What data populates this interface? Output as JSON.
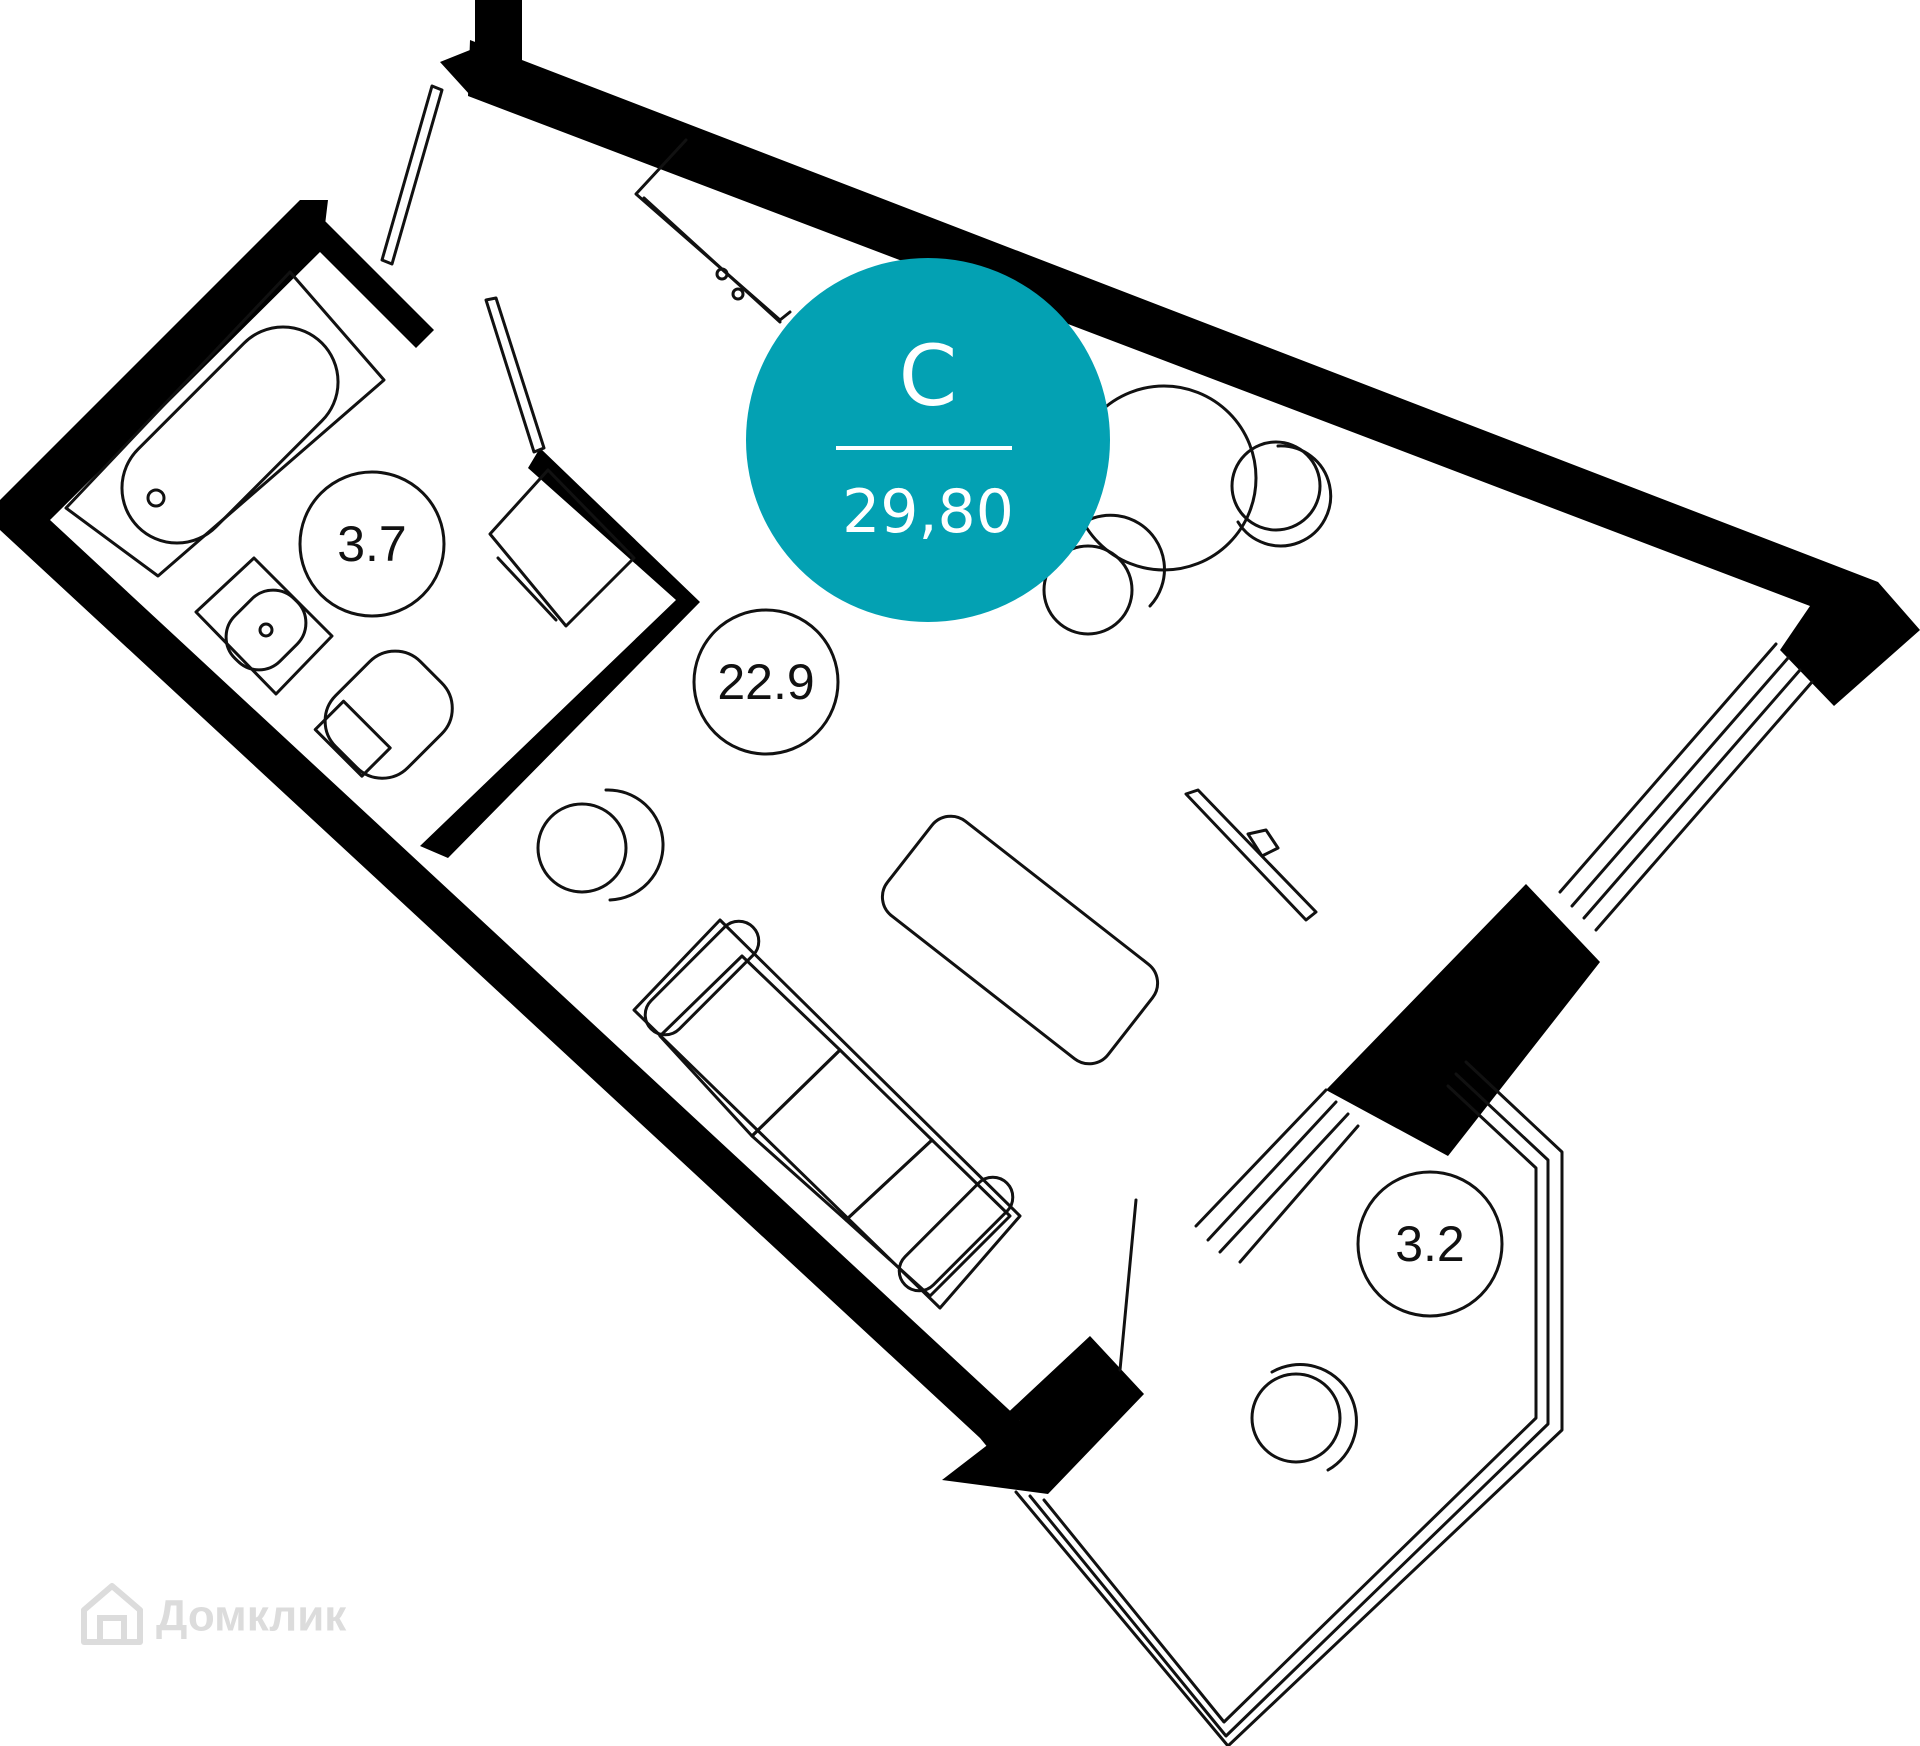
{
  "badge": {
    "letter": "С",
    "total_area": "29,80",
    "color": "#03A1B3"
  },
  "rooms": [
    {
      "id": "bathroom",
      "area": "3.7"
    },
    {
      "id": "living",
      "area": "22.9"
    },
    {
      "id": "balcony",
      "area": "3.2"
    }
  ],
  "watermark": {
    "text": "Домклик",
    "icon": "house-logo-icon"
  }
}
